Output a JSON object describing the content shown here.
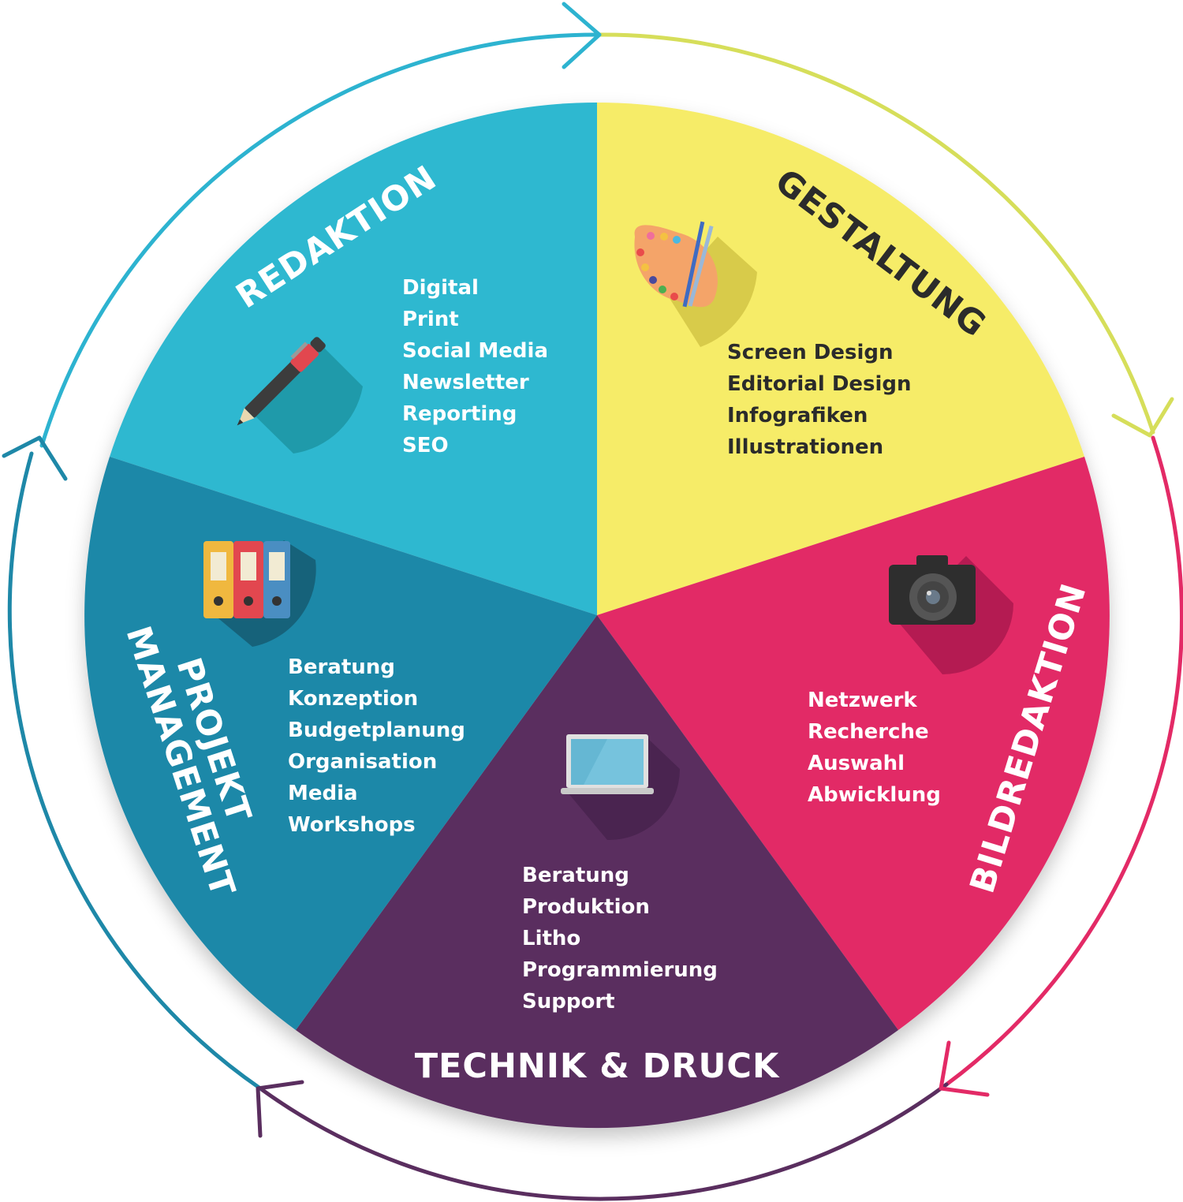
{
  "segments": [
    {
      "id": "redaktion",
      "title": "REDAKTION",
      "color": "#2DB8D0",
      "icon": "pen-icon",
      "items": [
        "Digital",
        "Print",
        "Social Media",
        "Newsletter",
        "Reporting",
        "SEO"
      ]
    },
    {
      "id": "gestaltung",
      "title": "GESTALTUNG",
      "color": "#F6EC68",
      "icon": "palette-icon",
      "items": [
        "Screen Design",
        "Editorial Design",
        "Infografiken",
        "Illustrationen"
      ]
    },
    {
      "id": "bildredaktion",
      "title": "BILDREDAKTION",
      "color": "#E22A66",
      "icon": "camera-icon",
      "items": [
        "Netzwerk",
        "Recherche",
        "Auswahl",
        "Abwicklung"
      ]
    },
    {
      "id": "technik",
      "title": "TECHNIK & DRUCK",
      "color": "#5A2E5F",
      "icon": "laptop-icon",
      "items": [
        "Beratung",
        "Produktion",
        "Litho",
        "Programmierung",
        "Support"
      ]
    },
    {
      "id": "projekt",
      "title_line1": "PROJEKT",
      "title_line2": "MANAGEMENT",
      "color": "#1E88A8",
      "icon": "binders-icon",
      "items": [
        "Beratung",
        "Konzeption",
        "Budgetplanung",
        "Organisation",
        "Media",
        "Workshops"
      ]
    }
  ],
  "cycle_colors": [
    "#2DB3D0",
    "#D6DE5A",
    "#E32A66",
    "#5A2E5F",
    "#1E88A8"
  ]
}
